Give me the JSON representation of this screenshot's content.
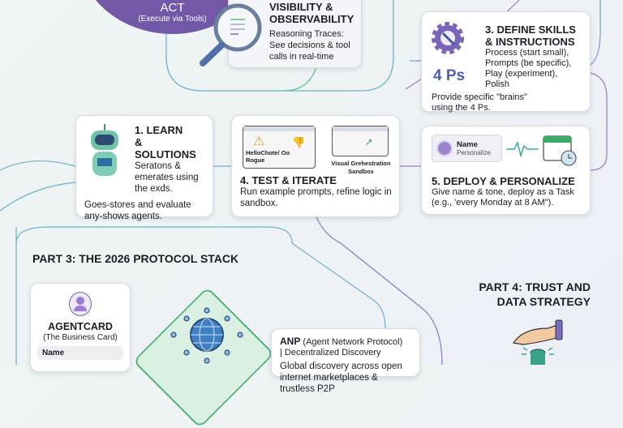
{
  "act": {
    "title": "ACT",
    "subtitle": "(Execute via Tools)"
  },
  "visibility": {
    "title_line1": "VISIBILITY &",
    "title_line2": "OBSERVABILITY",
    "body": "Reasoning Traces: See decisions & tool calls in real-time"
  },
  "step3": {
    "title_line1": "3. DEFINE SKILLS",
    "title_line2": "& INSTRUCTIONS",
    "badge": "4 Ps",
    "list": "Process (start small), Prompts (be specific), Play (experiment), Polish",
    "body": "Provide specific \"brains\" using the 4 Ps."
  },
  "step1": {
    "title_line1": "1. LEARN",
    "title_line2": "& SOLUTIONS",
    "list": "Seratons & emerates using the exds.",
    "body": "Goes-stores and evaluate any-shows agents."
  },
  "step4": {
    "mock1_label": "HelloChote/ Oo Rogue",
    "mock2_label": "Visual Grehestration Sandbox",
    "title": "4. TEST & ITERATE",
    "body": "Run example prompts, refine logic in sandbox."
  },
  "step5": {
    "name_label": "Name",
    "name_sub": "Personalize",
    "title": "5. DEPLOY & PERSONALIZE",
    "body": "Give name & tone, deploy as a Task (e.g., 'every Monday at 8 AM\")."
  },
  "part3": {
    "heading": "PART 3: THE 2026 PROTOCOL STACK"
  },
  "agentcard": {
    "title": "AGENTCARD",
    "subtitle": "(The Business Card)",
    "field": "Name"
  },
  "anp": {
    "title_bold": "ANP",
    "title_rest": "(Agent Network Protocol)",
    "subtitle": "| Decentralized Discovery",
    "body": "Global discovery across open internet marketplaces & trustless P2P"
  },
  "part4": {
    "heading_line1": "PART 4: TRUST AND",
    "heading_line2": "DATA STRATEGY"
  },
  "colors": {
    "purple": "#6f57a8",
    "teal": "#5fb8a6",
    "blue": "#4c6fb0",
    "green": "#3daa6a"
  }
}
